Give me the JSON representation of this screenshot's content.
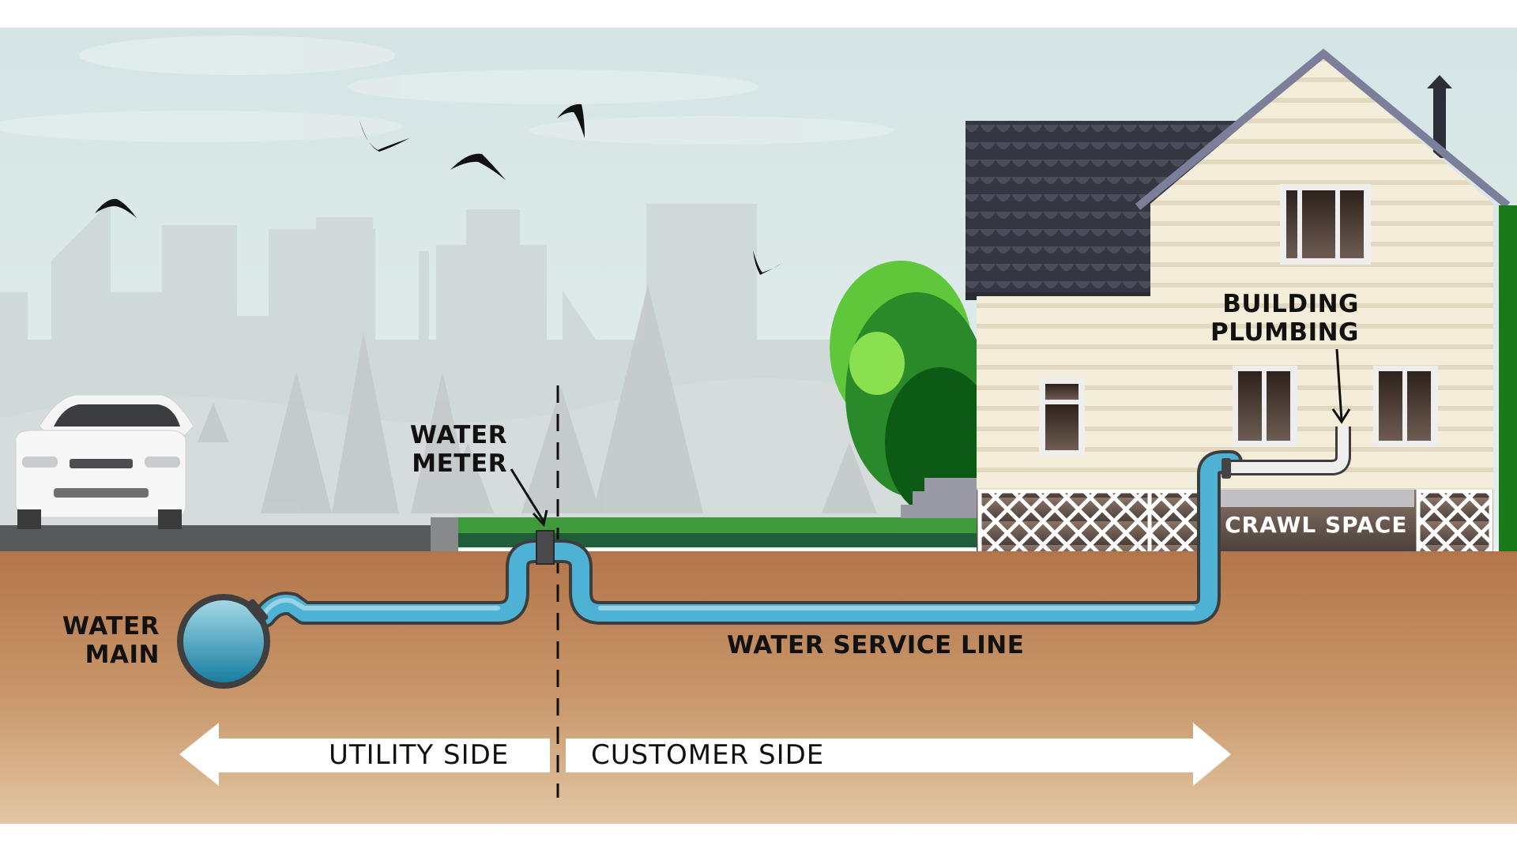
{
  "diagram": {
    "title": "Water Service Line Diagram",
    "labels": {
      "water_main": [
        "WATER",
        "MAIN"
      ],
      "water_meter": [
        "WATER",
        "METER"
      ],
      "building_plumbing": [
        "BUILDING",
        "PLUMBING"
      ],
      "crawl_space": "CRAWL SPACE",
      "water_service_line": "WATER SERVICE LINE",
      "utility_side": "UTILITY SIDE",
      "customer_side": "CUSTOMER SIDE"
    },
    "colors": {
      "sky": "#dbe8e8",
      "skyline": "#cfd8d8",
      "soil_top": "#b5794b",
      "soil_bottom": "#e3c8a6",
      "grass": "#3f9a3c",
      "grass_dark": "#1e5e38",
      "road": "#58595b",
      "pipe": "#4db2d3",
      "pipe_outline": "#3f3f3f",
      "house_siding": "#f3ecd8",
      "roof": "#3c3f4a",
      "white_pipe": "#eeeeee",
      "arrow": "#ffffff",
      "text": "#111111"
    },
    "elements": [
      "car",
      "city-skyline",
      "trees",
      "birds",
      "house",
      "bush",
      "water-main",
      "water-meter",
      "water-service-line",
      "building-plumbing-pipe",
      "crawl-space",
      "property-divider-line"
    ]
  }
}
